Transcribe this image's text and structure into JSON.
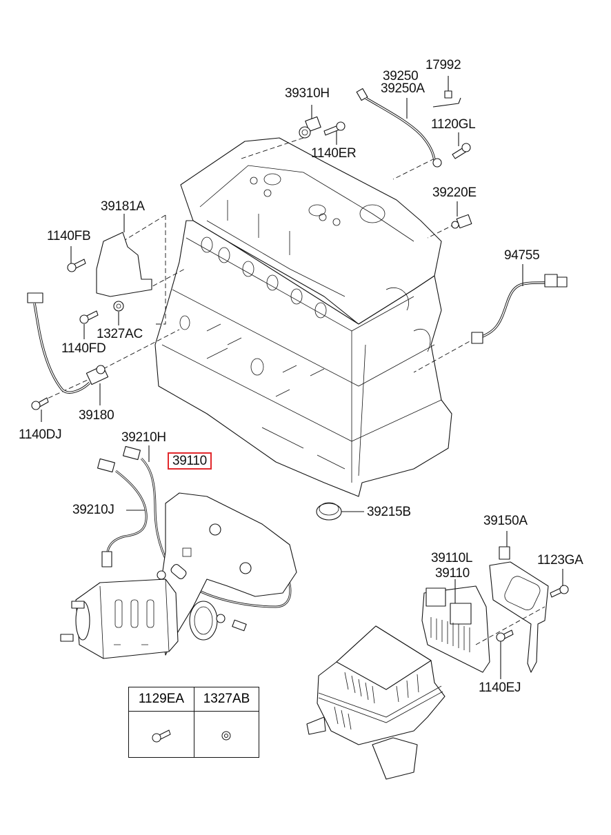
{
  "diagram": {
    "title": "Engine control / sensor parts diagram",
    "highlight_color": "#e1272b",
    "labels": [
      {
        "id": "17992",
        "text": "17992"
      },
      {
        "id": "39250",
        "text": "39250"
      },
      {
        "id": "39250A",
        "text": "39250A"
      },
      {
        "id": "39310H",
        "text": "39310H"
      },
      {
        "id": "1120GL",
        "text": "1120GL"
      },
      {
        "id": "1140ER",
        "text": "1140ER"
      },
      {
        "id": "39220E",
        "text": "39220E"
      },
      {
        "id": "39181A",
        "text": "39181A"
      },
      {
        "id": "1140FB",
        "text": "1140FB"
      },
      {
        "id": "94755",
        "text": "94755"
      },
      {
        "id": "1327AC",
        "text": "1327AC"
      },
      {
        "id": "1140FD",
        "text": "1140FD"
      },
      {
        "id": "39180",
        "text": "39180"
      },
      {
        "id": "1140DJ",
        "text": "1140DJ"
      },
      {
        "id": "39210H",
        "text": "39210H"
      },
      {
        "id": "39110",
        "text": "39110",
        "highlighted": true
      },
      {
        "id": "39210J",
        "text": "39210J"
      },
      {
        "id": "39215B",
        "text": "39215B"
      },
      {
        "id": "39150A",
        "text": "39150A"
      },
      {
        "id": "39110L",
        "text": "39110L"
      },
      {
        "id": "39110b",
        "text": "39110"
      },
      {
        "id": "1123GA",
        "text": "1123GA"
      },
      {
        "id": "1140EJ",
        "text": "1140EJ"
      }
    ],
    "legend_table": {
      "columns": [
        {
          "code": "1129EA",
          "icon": "bolt-icon"
        },
        {
          "code": "1327AB",
          "icon": "nut-icon"
        }
      ]
    }
  }
}
